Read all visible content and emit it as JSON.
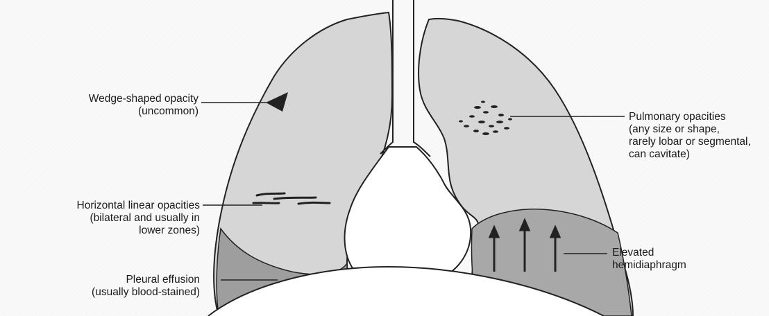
{
  "figure": {
    "labels": {
      "wedge": {
        "line1": "Wedge-shaped opacity",
        "line2": "(uncommon)"
      },
      "horizontal": {
        "line1": "Horizontal linear opacities",
        "line2": "(bilateral and usually in",
        "line3": "lower zones)"
      },
      "pleural": {
        "line1": "Pleural effusion",
        "line2": "(usually blood-stained)"
      },
      "pulmonary": {
        "line1": "Pulmonary opacities",
        "line2": "(any size or shape,",
        "line3": "rarely lobar or segmental,",
        "line4": "can cavitate)"
      },
      "diaphragm": {
        "line1": "Elevated",
        "line2": "hemidiaphragm"
      }
    }
  }
}
